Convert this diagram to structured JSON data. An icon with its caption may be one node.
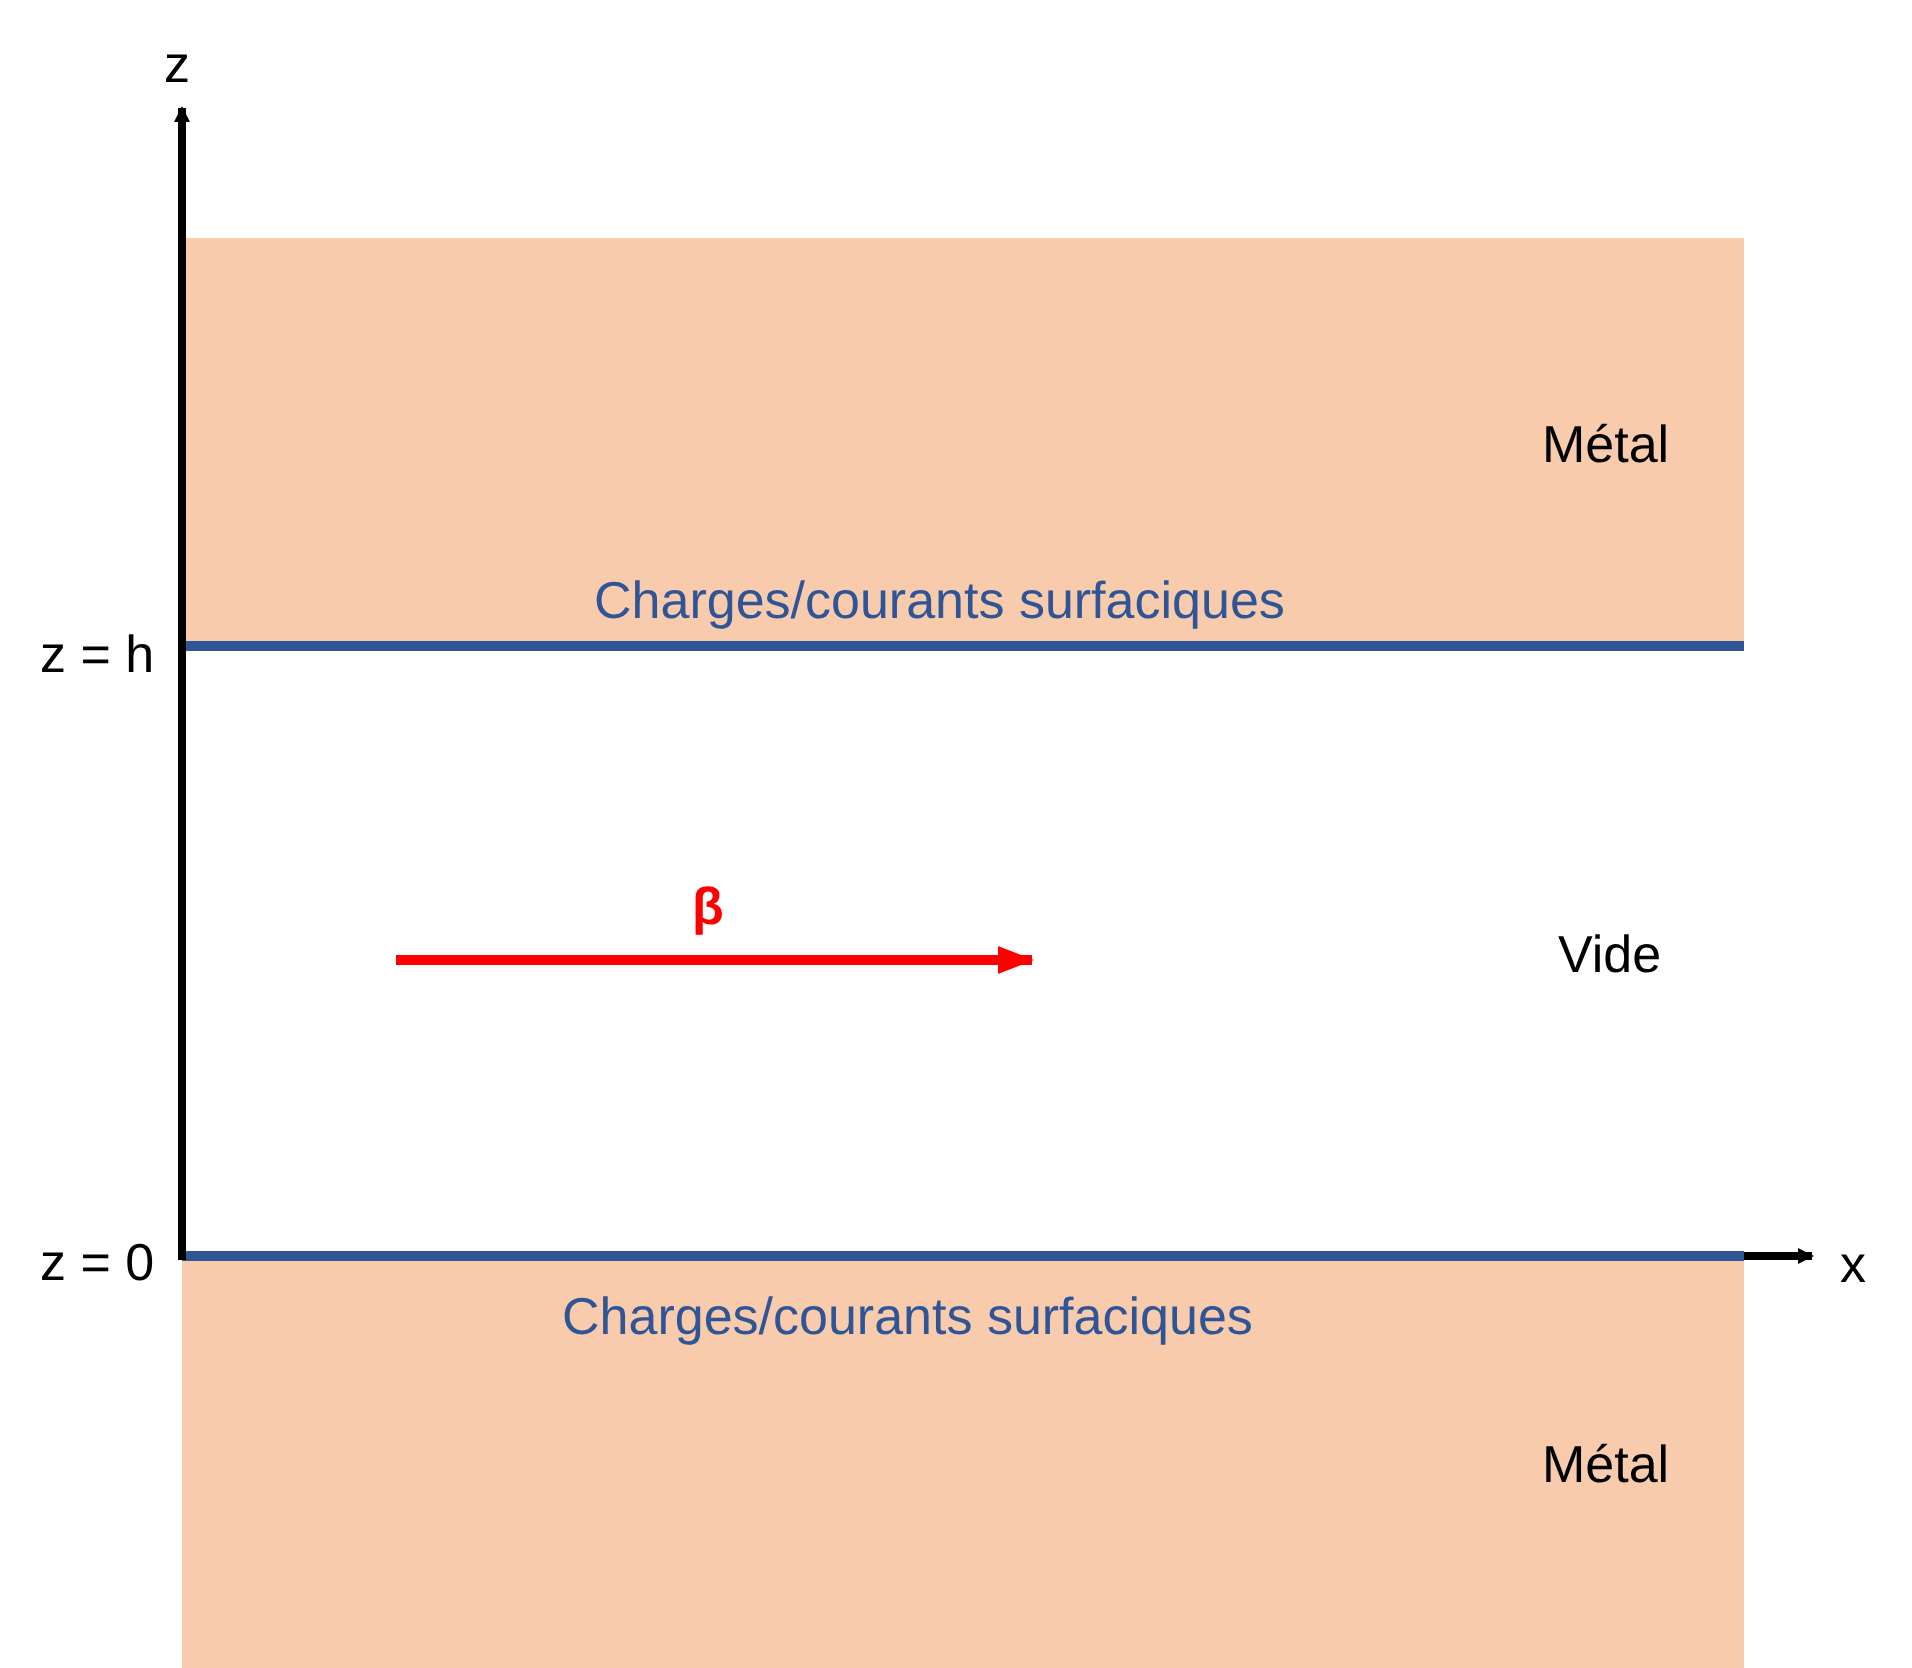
{
  "diagram": {
    "nodes": [
      {
        "text": [
          "Métal"
        ]
      },
      {
        "text": [
          "Métal"
        ]
      }
    ],
    "labels": [
      "z",
      "z = h",
      "Charges/courants surfaciques",
      "β",
      "Vide",
      "z = 0",
      "x",
      "Charges/courants surfaciques"
    ]
  }
}
